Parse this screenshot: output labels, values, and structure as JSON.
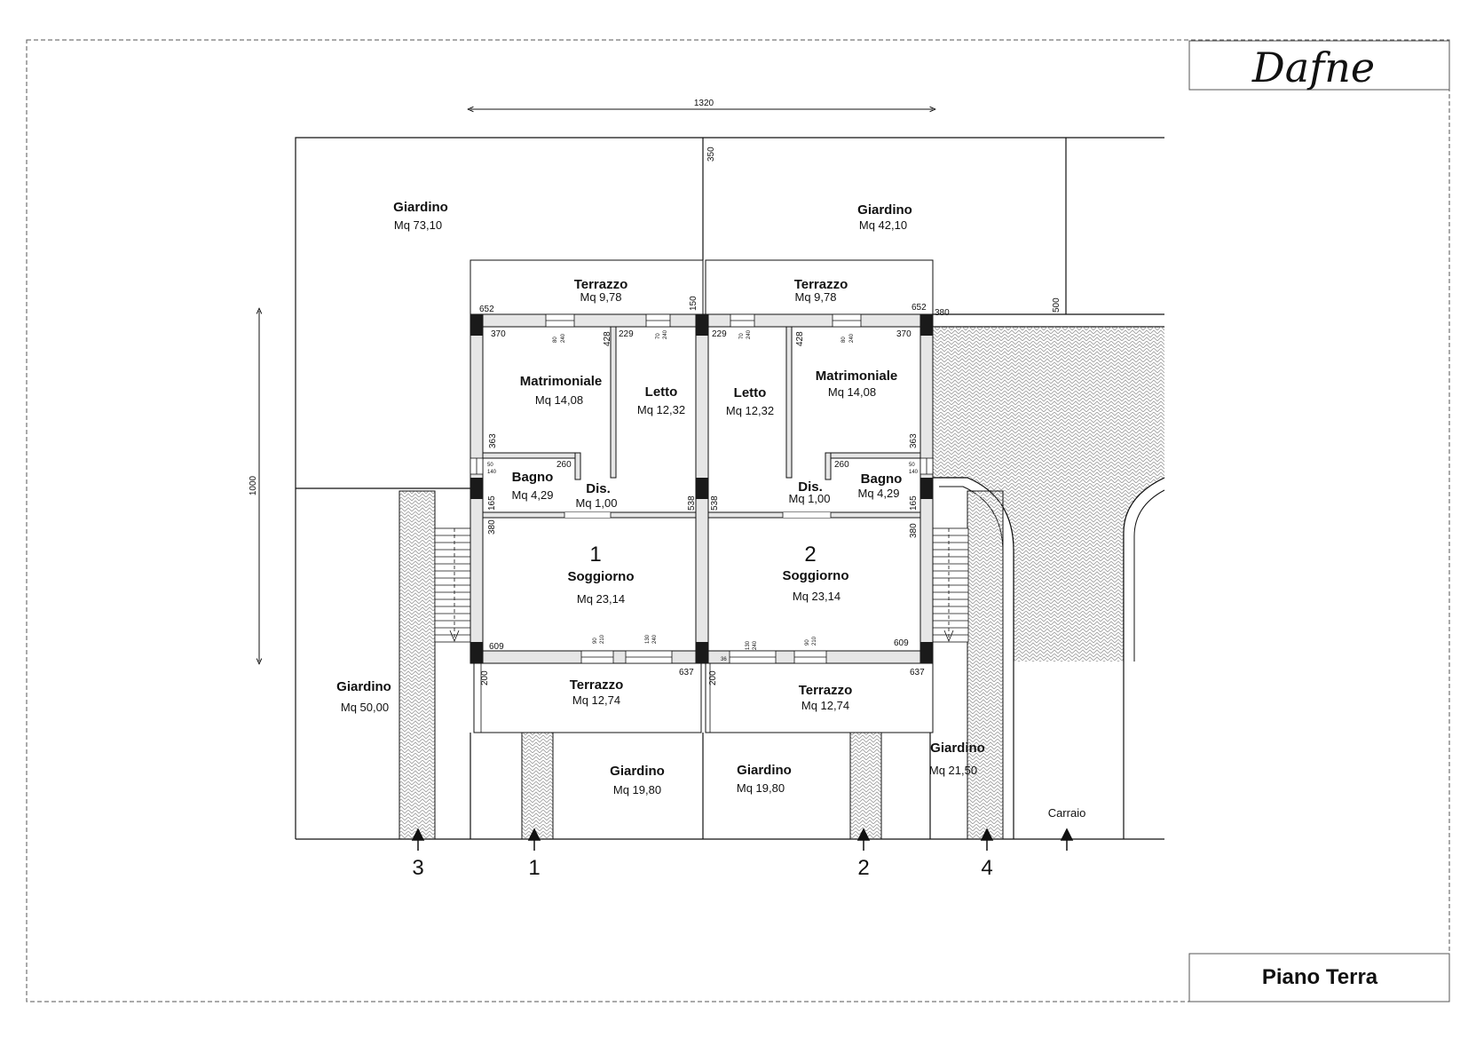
{
  "logo_text": "Dafne",
  "title_text": "Piano Terra",
  "dimensions": {
    "overall_width": "1320",
    "overall_depth": "1000",
    "rear_garden_depth": "350",
    "side_strip": "500",
    "terrace_depth": "150",
    "sx_652": "652",
    "sx_370": "370",
    "sx_428": "428",
    "sx_229": "229",
    "sx_363": "363",
    "sx_260": "260",
    "sx_165": "165",
    "sx_538": "538",
    "sx_380": "380",
    "sx_609": "609",
    "sx_637": "637",
    "sx_200": "200",
    "dx_229": "229",
    "dx_428": "428",
    "dx_370": "370",
    "dx_652": "652",
    "dx_380b": "380",
    "dx_363": "363",
    "dx_260": "260",
    "dx_165": "165",
    "dx_538": "538",
    "dx_380": "380",
    "dx_609": "609",
    "dx_637": "637",
    "dx_200": "200",
    "dx_36": "36"
  },
  "openings": {
    "w1a": "80",
    "w1b": "240",
    "w2a": "70",
    "w2b": "240",
    "w3a": "70",
    "w3b": "240",
    "w4a": "80",
    "w4b": "240",
    "w5a": "50",
    "w5b": "140",
    "w6a": "50",
    "w6b": "140",
    "w7a": "90",
    "w7b": "210",
    "w8a": "130",
    "w8b": "240",
    "w9a": "130",
    "w9b": "240",
    "w10a": "90",
    "w10b": "210"
  },
  "units": [
    {
      "number": "1",
      "rooms": {
        "matrimoniale": {
          "name": "Matrimoniale",
          "area": "Mq 14,08"
        },
        "letto": {
          "name": "Letto",
          "area": "Mq 12,32"
        },
        "bagno": {
          "name": "Bagno",
          "area": "Mq 4,29"
        },
        "dis": {
          "name": "Dis.",
          "area": "Mq 1,00"
        },
        "soggiorno": {
          "name": "Soggiorno",
          "area": "Mq 23,14"
        },
        "terrazzo_rear": {
          "name": "Terrazzo",
          "area": "Mq 9,78"
        },
        "terrazzo_front": {
          "name": "Terrazzo",
          "area": "Mq 12,74"
        }
      }
    },
    {
      "number": "2",
      "rooms": {
        "matrimoniale": {
          "name": "Matrimoniale",
          "area": "Mq 14,08"
        },
        "letto": {
          "name": "Letto",
          "area": "Mq 12,32"
        },
        "bagno": {
          "name": "Bagno",
          "area": "Mq 4,29"
        },
        "dis": {
          "name": "Dis.",
          "area": "Mq 1,00"
        },
        "soggiorno": {
          "name": "Soggiorno",
          "area": "Mq 23,14"
        },
        "terrazzo_rear": {
          "name": "Terrazzo",
          "area": "Mq 9,78"
        },
        "terrazzo_front": {
          "name": "Terrazzo",
          "area": "Mq 12,74"
        }
      }
    }
  ],
  "gardens": {
    "rear_left": {
      "name": "Giardino",
      "area": "Mq 73,10"
    },
    "rear_right": {
      "name": "Giardino",
      "area": "Mq 42,10"
    },
    "side_left": {
      "name": "Giardino",
      "area": "Mq 50,00"
    },
    "front_1": {
      "name": "Giardino",
      "area": "Mq 19,80"
    },
    "front_2": {
      "name": "Giardino",
      "area": "Mq 19,80"
    },
    "side_right": {
      "name": "Giardino",
      "area": "Mq 21,50"
    }
  },
  "carraio_label": "Carraio",
  "access_markers": [
    "3",
    "1",
    "2",
    "4"
  ],
  "colors": {
    "line": "#111111",
    "wall_fill": "#e6e6e6",
    "pillar": "#1a1a1a",
    "frame": "#555555"
  }
}
